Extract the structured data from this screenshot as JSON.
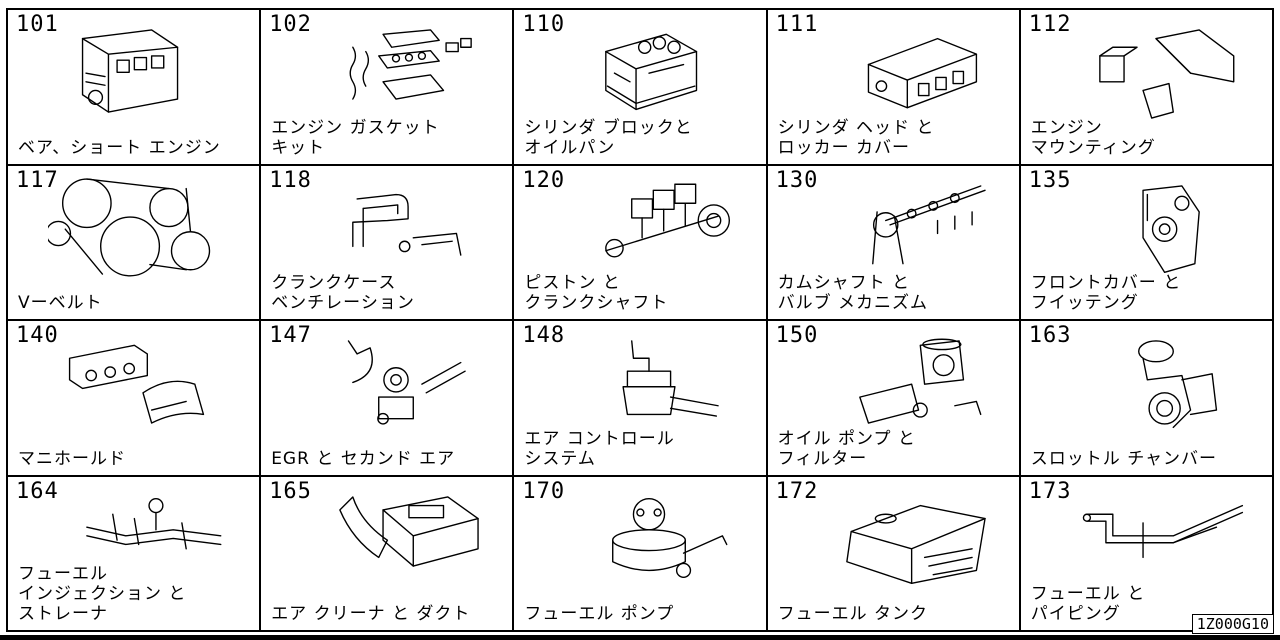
{
  "catalog_id": "1Z000G10",
  "cells": [
    {
      "code": "101",
      "lines": [
        "ベア、ショート エンジン"
      ],
      "icon": "engine-block-icon"
    },
    {
      "code": "102",
      "lines": [
        "エンジン ガスケット",
        "キット"
      ],
      "icon": "gasket-kit-icon"
    },
    {
      "code": "110",
      "lines": [
        "シリンダ ブロックと",
        "オイルパン"
      ],
      "icon": "cylinder-block-icon"
    },
    {
      "code": "111",
      "lines": [
        "シリンダ ヘッド と",
        "ロッカー カバー"
      ],
      "icon": "cylinder-head-icon"
    },
    {
      "code": "112",
      "lines": [
        "エンジン",
        "マウンティング"
      ],
      "icon": "engine-mount-icon"
    },
    {
      "code": "117",
      "lines": [
        "Vーベルト"
      ],
      "icon": "v-belt-icon"
    },
    {
      "code": "118",
      "lines": [
        "クランクケース",
        "ベンチレーション"
      ],
      "icon": "crankcase-hose-icon"
    },
    {
      "code": "120",
      "lines": [
        "ピストン と",
        "クランクシャフト"
      ],
      "icon": "piston-crankshaft-icon"
    },
    {
      "code": "130",
      "lines": [
        "カムシャフト と",
        "バルブ メカニズム"
      ],
      "icon": "camshaft-icon"
    },
    {
      "code": "135",
      "lines": [
        "フロントカバー と",
        "フイッテング"
      ],
      "icon": "front-cover-icon"
    },
    {
      "code": "140",
      "lines": [
        "マニホールド"
      ],
      "icon": "manifold-icon"
    },
    {
      "code": "147",
      "lines": [
        "EGR と セカンド エア"
      ],
      "icon": "egr-valve-icon"
    },
    {
      "code": "148",
      "lines": [
        "エア コントロール",
        "システム"
      ],
      "icon": "air-control-icon"
    },
    {
      "code": "150",
      "lines": [
        "オイル ポンプ と",
        "フィルター"
      ],
      "icon": "oil-pump-filter-icon"
    },
    {
      "code": "163",
      "lines": [
        "スロットル チャンバー"
      ],
      "icon": "throttle-chamber-icon"
    },
    {
      "code": "164",
      "lines": [
        "フューエル",
        "インジェクション と",
        "ストレーナ"
      ],
      "icon": "fuel-injection-icon"
    },
    {
      "code": "165",
      "lines": [
        "エア クリーナ と ダクト"
      ],
      "icon": "air-cleaner-icon"
    },
    {
      "code": "170",
      "lines": [
        "フューエル ポンプ"
      ],
      "icon": "fuel-pump-icon"
    },
    {
      "code": "172",
      "lines": [
        "フューエル タンク"
      ],
      "icon": "fuel-tank-icon"
    },
    {
      "code": "173",
      "lines": [
        "フューエル と",
        "パイピング"
      ],
      "icon": "fuel-piping-icon"
    }
  ]
}
